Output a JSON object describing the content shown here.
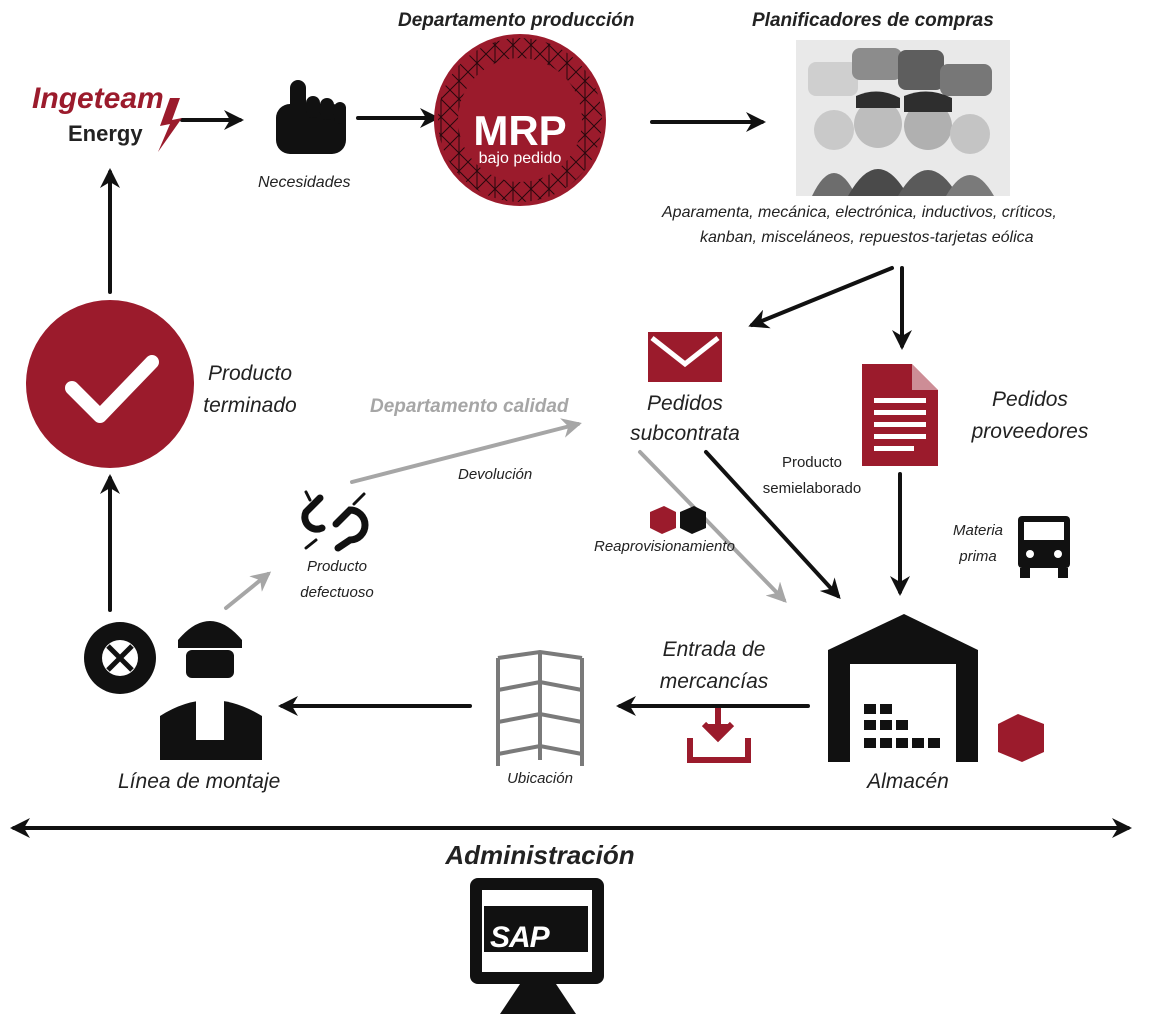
{
  "colors": {
    "accent": "#9b1b2c",
    "dark": "#111111",
    "grey": "#a6a6a6"
  },
  "logo": {
    "brand": "Ingeteam",
    "subtitle": "Energy"
  },
  "mrp": {
    "header": "Departamento producción",
    "title": "MRP",
    "subtitle": "bajo pedido"
  },
  "needs": {
    "label": "Necesidades",
    "icon": "pointing-hand-icon"
  },
  "planners": {
    "header": "Planificadores de compras",
    "categories_line1": "Aparamenta, mecánica, electrónica, inductivos, críticos,",
    "categories_line2": "kanban, misceláneos, repuestos-tarjetas eólica"
  },
  "subcontract": {
    "line1": "Pedidos",
    "line2": "subcontrata",
    "icon": "envelope-icon"
  },
  "suppliers": {
    "line1": "Pedidos",
    "line2": "proveedores",
    "icon": "document-icon"
  },
  "semi": {
    "line1": "Producto",
    "line2": "semielaborado"
  },
  "raw": {
    "line1": "Materia",
    "line2": "prima",
    "icon": "truck-icon"
  },
  "replenish": {
    "label": "Reaprovisionamiento",
    "icon": "boxes-icon"
  },
  "quality": {
    "label": "Departamento calidad",
    "return_label": "Devolución"
  },
  "defective": {
    "line1": "Producto",
    "line2": "defectuoso",
    "icon": "broken-link-icon"
  },
  "finished": {
    "line1": "Producto",
    "line2": "terminado",
    "icon": "checkmark-icon"
  },
  "warehouse": {
    "label": "Almacén",
    "icon": "warehouse-icon"
  },
  "goods_in": {
    "line1": "Entrada de",
    "line2": "mercancías",
    "icon": "download-tray-icon"
  },
  "location": {
    "label": "Ubicación",
    "icon": "shelf-icon"
  },
  "assembly": {
    "label": "Línea de montaje",
    "icon": "worker-icon"
  },
  "admin": {
    "label": "Administración",
    "system": "SAP",
    "icon": "monitor-icon"
  }
}
